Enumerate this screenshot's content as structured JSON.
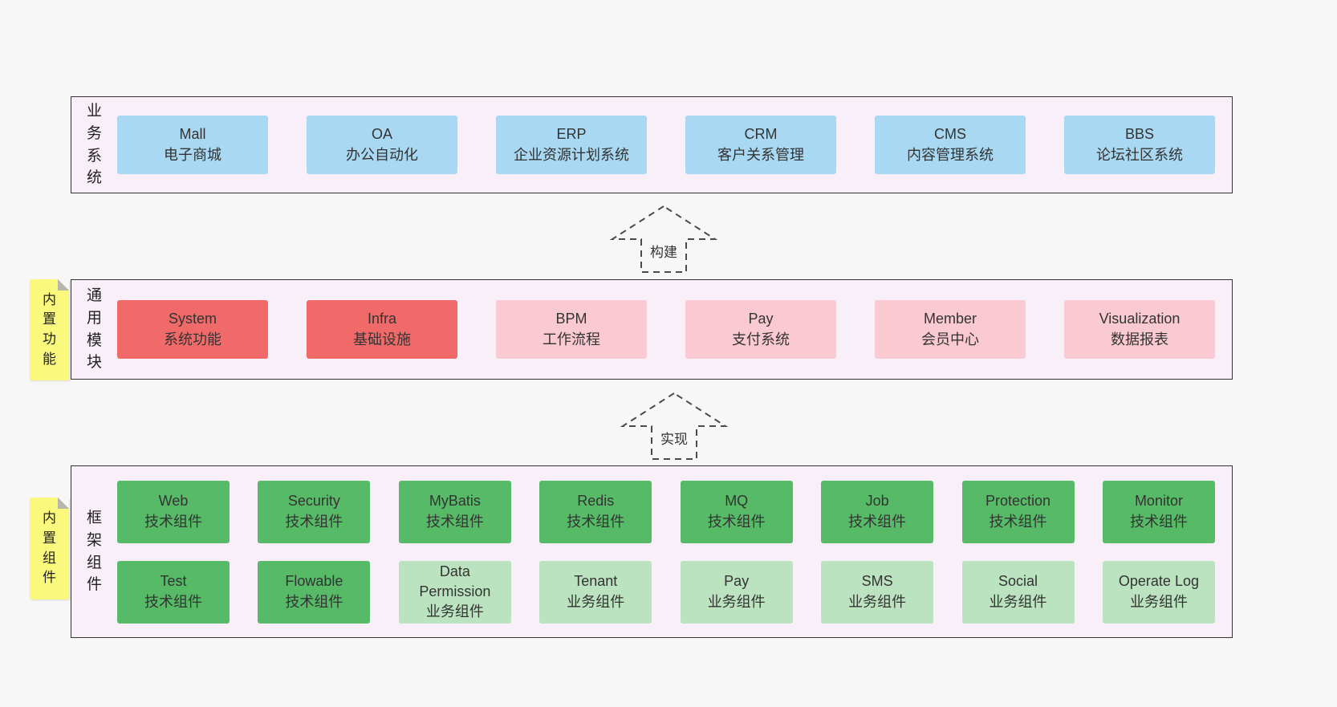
{
  "layers": {
    "business": {
      "side_label": "业务系统",
      "boxes": [
        {
          "title": "Mall",
          "subtitle": "电子商城"
        },
        {
          "title": "OA",
          "subtitle": "办公自动化"
        },
        {
          "title": "ERP",
          "subtitle": "企业资源计划系统"
        },
        {
          "title": "CRM",
          "subtitle": "客户关系管理"
        },
        {
          "title": "CMS",
          "subtitle": "内容管理系统"
        },
        {
          "title": "BBS",
          "subtitle": "论坛社区系统"
        }
      ]
    },
    "modules": {
      "side_label": "通用模块",
      "sticky": "内置功能",
      "boxes": [
        {
          "title": "System",
          "subtitle": "系统功能",
          "variant": "red"
        },
        {
          "title": "Infra",
          "subtitle": "基础设施",
          "variant": "red"
        },
        {
          "title": "BPM",
          "subtitle": "工作流程",
          "variant": "pink"
        },
        {
          "title": "Pay",
          "subtitle": "支付系统",
          "variant": "pink"
        },
        {
          "title": "Member",
          "subtitle": "会员中心",
          "variant": "pink"
        },
        {
          "title": "Visualization",
          "subtitle": "数据报表",
          "variant": "pink"
        }
      ]
    },
    "framework": {
      "side_label": "框架组件",
      "sticky": "内置组件",
      "row1": [
        {
          "title": "Web",
          "subtitle": "技术组件",
          "variant": "green-dark"
        },
        {
          "title": "Security",
          "subtitle": "技术组件",
          "variant": "green-dark"
        },
        {
          "title": "MyBatis",
          "subtitle": "技术组件",
          "variant": "green-dark"
        },
        {
          "title": "Redis",
          "subtitle": "技术组件",
          "variant": "green-dark"
        },
        {
          "title": "MQ",
          "subtitle": "技术组件",
          "variant": "green-dark"
        },
        {
          "title": "Job",
          "subtitle": "技术组件",
          "variant": "green-dark"
        },
        {
          "title": "Protection",
          "subtitle": "技术组件",
          "variant": "green-dark"
        },
        {
          "title": "Monitor",
          "subtitle": "技术组件",
          "variant": "green-dark"
        }
      ],
      "row2": [
        {
          "title": "Test",
          "subtitle": "技术组件",
          "variant": "green-dark"
        },
        {
          "title": "Flowable",
          "subtitle": "技术组件",
          "variant": "green-dark"
        },
        {
          "title": "Data Permission",
          "subtitle": "业务组件",
          "variant": "green-light"
        },
        {
          "title": "Tenant",
          "subtitle": "业务组件",
          "variant": "green-light"
        },
        {
          "title": "Pay",
          "subtitle": "业务组件",
          "variant": "green-light"
        },
        {
          "title": "SMS",
          "subtitle": "业务组件",
          "variant": "green-light"
        },
        {
          "title": "Social",
          "subtitle": "业务组件",
          "variant": "green-light"
        },
        {
          "title": "Operate Log",
          "subtitle": "业务组件",
          "variant": "green-light"
        }
      ]
    }
  },
  "arrows": {
    "build": {
      "label": "构建"
    },
    "implement": {
      "label": "实现"
    }
  },
  "colors": {
    "background": "#f7f7f7",
    "panel": "#f9eff8",
    "panel_border": "#333333",
    "blue": "#a9d8f2",
    "red": "#f16a6a",
    "pink": "#fbc9d2",
    "green_dark": "#57ba67",
    "green_light": "#bbe3bf",
    "sticky_yellow": "#fbf97d"
  }
}
